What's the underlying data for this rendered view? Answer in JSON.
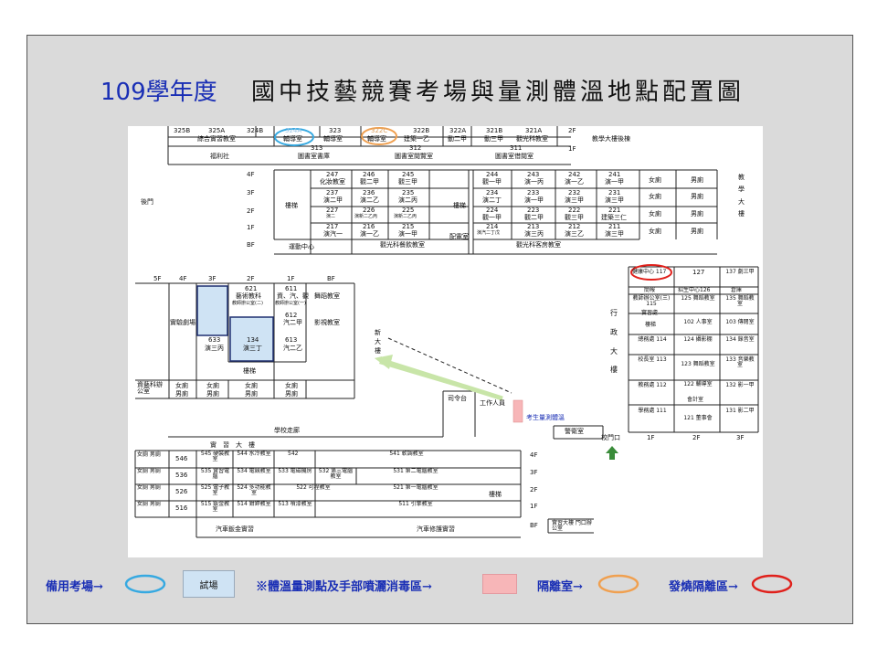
{
  "title": {
    "year": "109學年度",
    "main": "國中技藝競賽考場與量測體溫地點配置圖"
  },
  "legend": {
    "backup_label": "備用考場→",
    "exam_box": "試場",
    "temp_label": "※體溫量測點及手部噴灑消毒區→",
    "isolation_label": "隔離室→",
    "fever_label": "發燒隔離區→"
  },
  "colors": {
    "backup": "#36a9e1",
    "isolation": "#f0a050",
    "fever": "#e0201b",
    "temp_zone": "#f7b6b8",
    "arrow": "#c8e5a8",
    "entry": "#3a8c3a",
    "exam_fill": "#cfe3f4"
  },
  "map": {
    "top_row": [
      {
        "no": "325B",
        "name": ""
      },
      {
        "no": "325A",
        "name": "綜合實習教室"
      },
      {
        "no": "324B",
        "name": ""
      },
      {
        "no": "324A",
        "name": "輔導室"
      },
      {
        "no": "323",
        "name": "輔導室"
      },
      {
        "no": "322C",
        "name": "輔導室"
      },
      {
        "no": "322B",
        "name": "建築一乙"
      },
      {
        "no": "322A",
        "name": "動二甲"
      },
      {
        "no": "321B",
        "name": "動三甲"
      },
      {
        "no": "321A",
        "name": "觀光科教室"
      }
    ],
    "floor_2F": "2F",
    "floor_1F": "1F",
    "back_building": "教學大樓後棟",
    "row313": {
      "no": "313",
      "name": "圖書室書庫"
    },
    "row312": {
      "no": "312",
      "name": "圖書室閱覽室"
    },
    "row311": {
      "no": "311",
      "name": "圖書室借閱室"
    },
    "welfare": "福利社",
    "back_gate": "後門",
    "stairs": "樓梯",
    "floors_left": [
      "4F",
      "3F",
      "2F",
      "1F",
      "BF"
    ],
    "gym": "運動中心",
    "block1": [
      {
        "no": "247",
        "name": "化妝教室"
      },
      {
        "no": "237",
        "name": "演二甲"
      },
      {
        "no": "227",
        "name": "演二"
      },
      {
        "no": "217",
        "name": "演汽一"
      }
    ],
    "block2": [
      {
        "no": "246",
        "name": "觀二甲"
      },
      {
        "no": "236",
        "name": "演二乙"
      },
      {
        "no": "226",
        "name": "演新二乙丙"
      },
      {
        "no": "216",
        "name": "演一乙"
      }
    ],
    "block3": [
      {
        "no": "245",
        "name": "觀三甲"
      },
      {
        "no": "235",
        "name": "演二丙"
      },
      {
        "no": "225",
        "name": "演新二乙丙"
      },
      {
        "no": "215",
        "name": "演一甲"
      }
    ],
    "tourism_room": "觀光科餐飲教室",
    "electric_room": "配電室",
    "block4": [
      {
        "no": "244",
        "name": "觀一甲"
      },
      {
        "no": "234",
        "name": "演二丁"
      },
      {
        "no": "224",
        "name": "觀一甲"
      },
      {
        "no": "214",
        "name": "演汽二丁戊"
      }
    ],
    "block5": [
      {
        "no": "243",
        "name": "演一丙"
      },
      {
        "no": "233",
        "name": "演一甲"
      },
      {
        "no": "223",
        "name": "觀二甲"
      },
      {
        "no": "213",
        "name": "演三丙"
      }
    ],
    "block6": [
      {
        "no": "242",
        "name": "演一乙"
      },
      {
        "no": "232",
        "name": "演三甲"
      },
      {
        "no": "222",
        "name": "觀三甲"
      },
      {
        "no": "212",
        "name": "演三乙"
      }
    ],
    "block7": [
      {
        "no": "241",
        "name": "演一甲"
      },
      {
        "no": "231",
        "name": "演三甲"
      },
      {
        "no": "221",
        "name": "建築三仁"
      },
      {
        "no": "211",
        "name": "演三甲"
      }
    ],
    "tourism_lab": "觀光科客房教室",
    "wc_f": "女廁",
    "wc_m": "男廁",
    "teaching_building": "教學大樓",
    "left_floors": [
      "5F",
      "4F",
      "3F",
      "2F",
      "1F",
      "BF"
    ],
    "lab_building": "實驗劇場",
    "r621": {
      "no": "621",
      "name": "藝術教科",
      "sub": "教師辦公室(二)"
    },
    "r611": {
      "no": "611",
      "name": "資、汽、觀",
      "sub": "教師辦公室(一)"
    },
    "dance": "舞蹈教室",
    "r612": {
      "no": "612",
      "name": "汽二甲"
    },
    "film": "影視教室",
    "r633": {
      "no": "633",
      "name": "演三丙"
    },
    "r634": {
      "no": "134",
      "name": "演三丁"
    },
    "r613": {
      "no": "613",
      "name": "汽二乙"
    },
    "stairs2": "樓梯",
    "info_room": "資藝科辦公室",
    "new_building": "新大樓",
    "admin_building": "行政大樓",
    "right": [
      {
        "a": "健康中心 117",
        "b": "127",
        "c": "137 劇三甲"
      },
      {
        "a": "簡報",
        "b": "招生中心126",
        "c": "倉庫"
      },
      {
        "a": "教師辦公室(三) 115",
        "b": "125 舞蹈教室",
        "c": "135 舞蹈教室"
      },
      {
        "a": "實習處",
        "b": "",
        "c": ""
      },
      {
        "a": "樓梯",
        "b": "102 人事室",
        "c": "103 傳閱室"
      },
      {
        "a": "總務處 114",
        "b": "124 攝影棚",
        "c": "134 錄音室"
      },
      {
        "a": "校長室 113",
        "b": "123 舞蹈教室",
        "c": "133 音樂教室"
      },
      {
        "a": "教務處 112",
        "b": "122 輔導室",
        "c": "132 影一甲"
      },
      {
        "a": "",
        "b": "會計室",
        "c": ""
      },
      {
        "a": "學務處 111",
        "b": "121 董事會",
        "c": "131 影二甲"
      }
    ],
    "right_floors": [
      "1F",
      "2F",
      "3F"
    ],
    "staff": "工作人員",
    "temp_point": "考生量測體溫",
    "guard": "警衛室",
    "duty": "司令台",
    "school_gate": "校門口",
    "corridor": "學校走廊",
    "practice": "實　習　大　樓",
    "bottom_rows": [
      {
        "wc": "女廁 男廁",
        "no": "546",
        "r1": "545 硬裝教室",
        "r2": "544 水冷教室",
        "r3": "542",
        "big": "541 軟調教室",
        "floor": "4F"
      },
      {
        "wc": "女廁 男廁",
        "no": "536",
        "r1": "535 實習電腦",
        "r2": "534 電競教室",
        "r3": "533 電磁機房",
        "r4": "532 第三電腦教室",
        "big": "531 第二電腦教室",
        "floor": "3F"
      },
      {
        "wc": "女廁 男廁",
        "no": "526",
        "r1": "525 電子教室",
        "r2": "524 多功能教室",
        "r3": "522 可程教室",
        "big": "521 第一電腦教室",
        "floor": "2F"
      },
      {
        "wc": "女廁 男廁",
        "no": "516",
        "r1": "515 鈑金教室",
        "r2": "514 鉗銲教室",
        "r3": "513 噴漆教室",
        "big": "511 引擎教室",
        "floor": "1F"
      }
    ],
    "auto_metal": "汽車鈑金實習",
    "auto_repair": "汽車修護實習",
    "bf": "BF",
    "practice_office": "實習大樓 門口辦公室"
  }
}
